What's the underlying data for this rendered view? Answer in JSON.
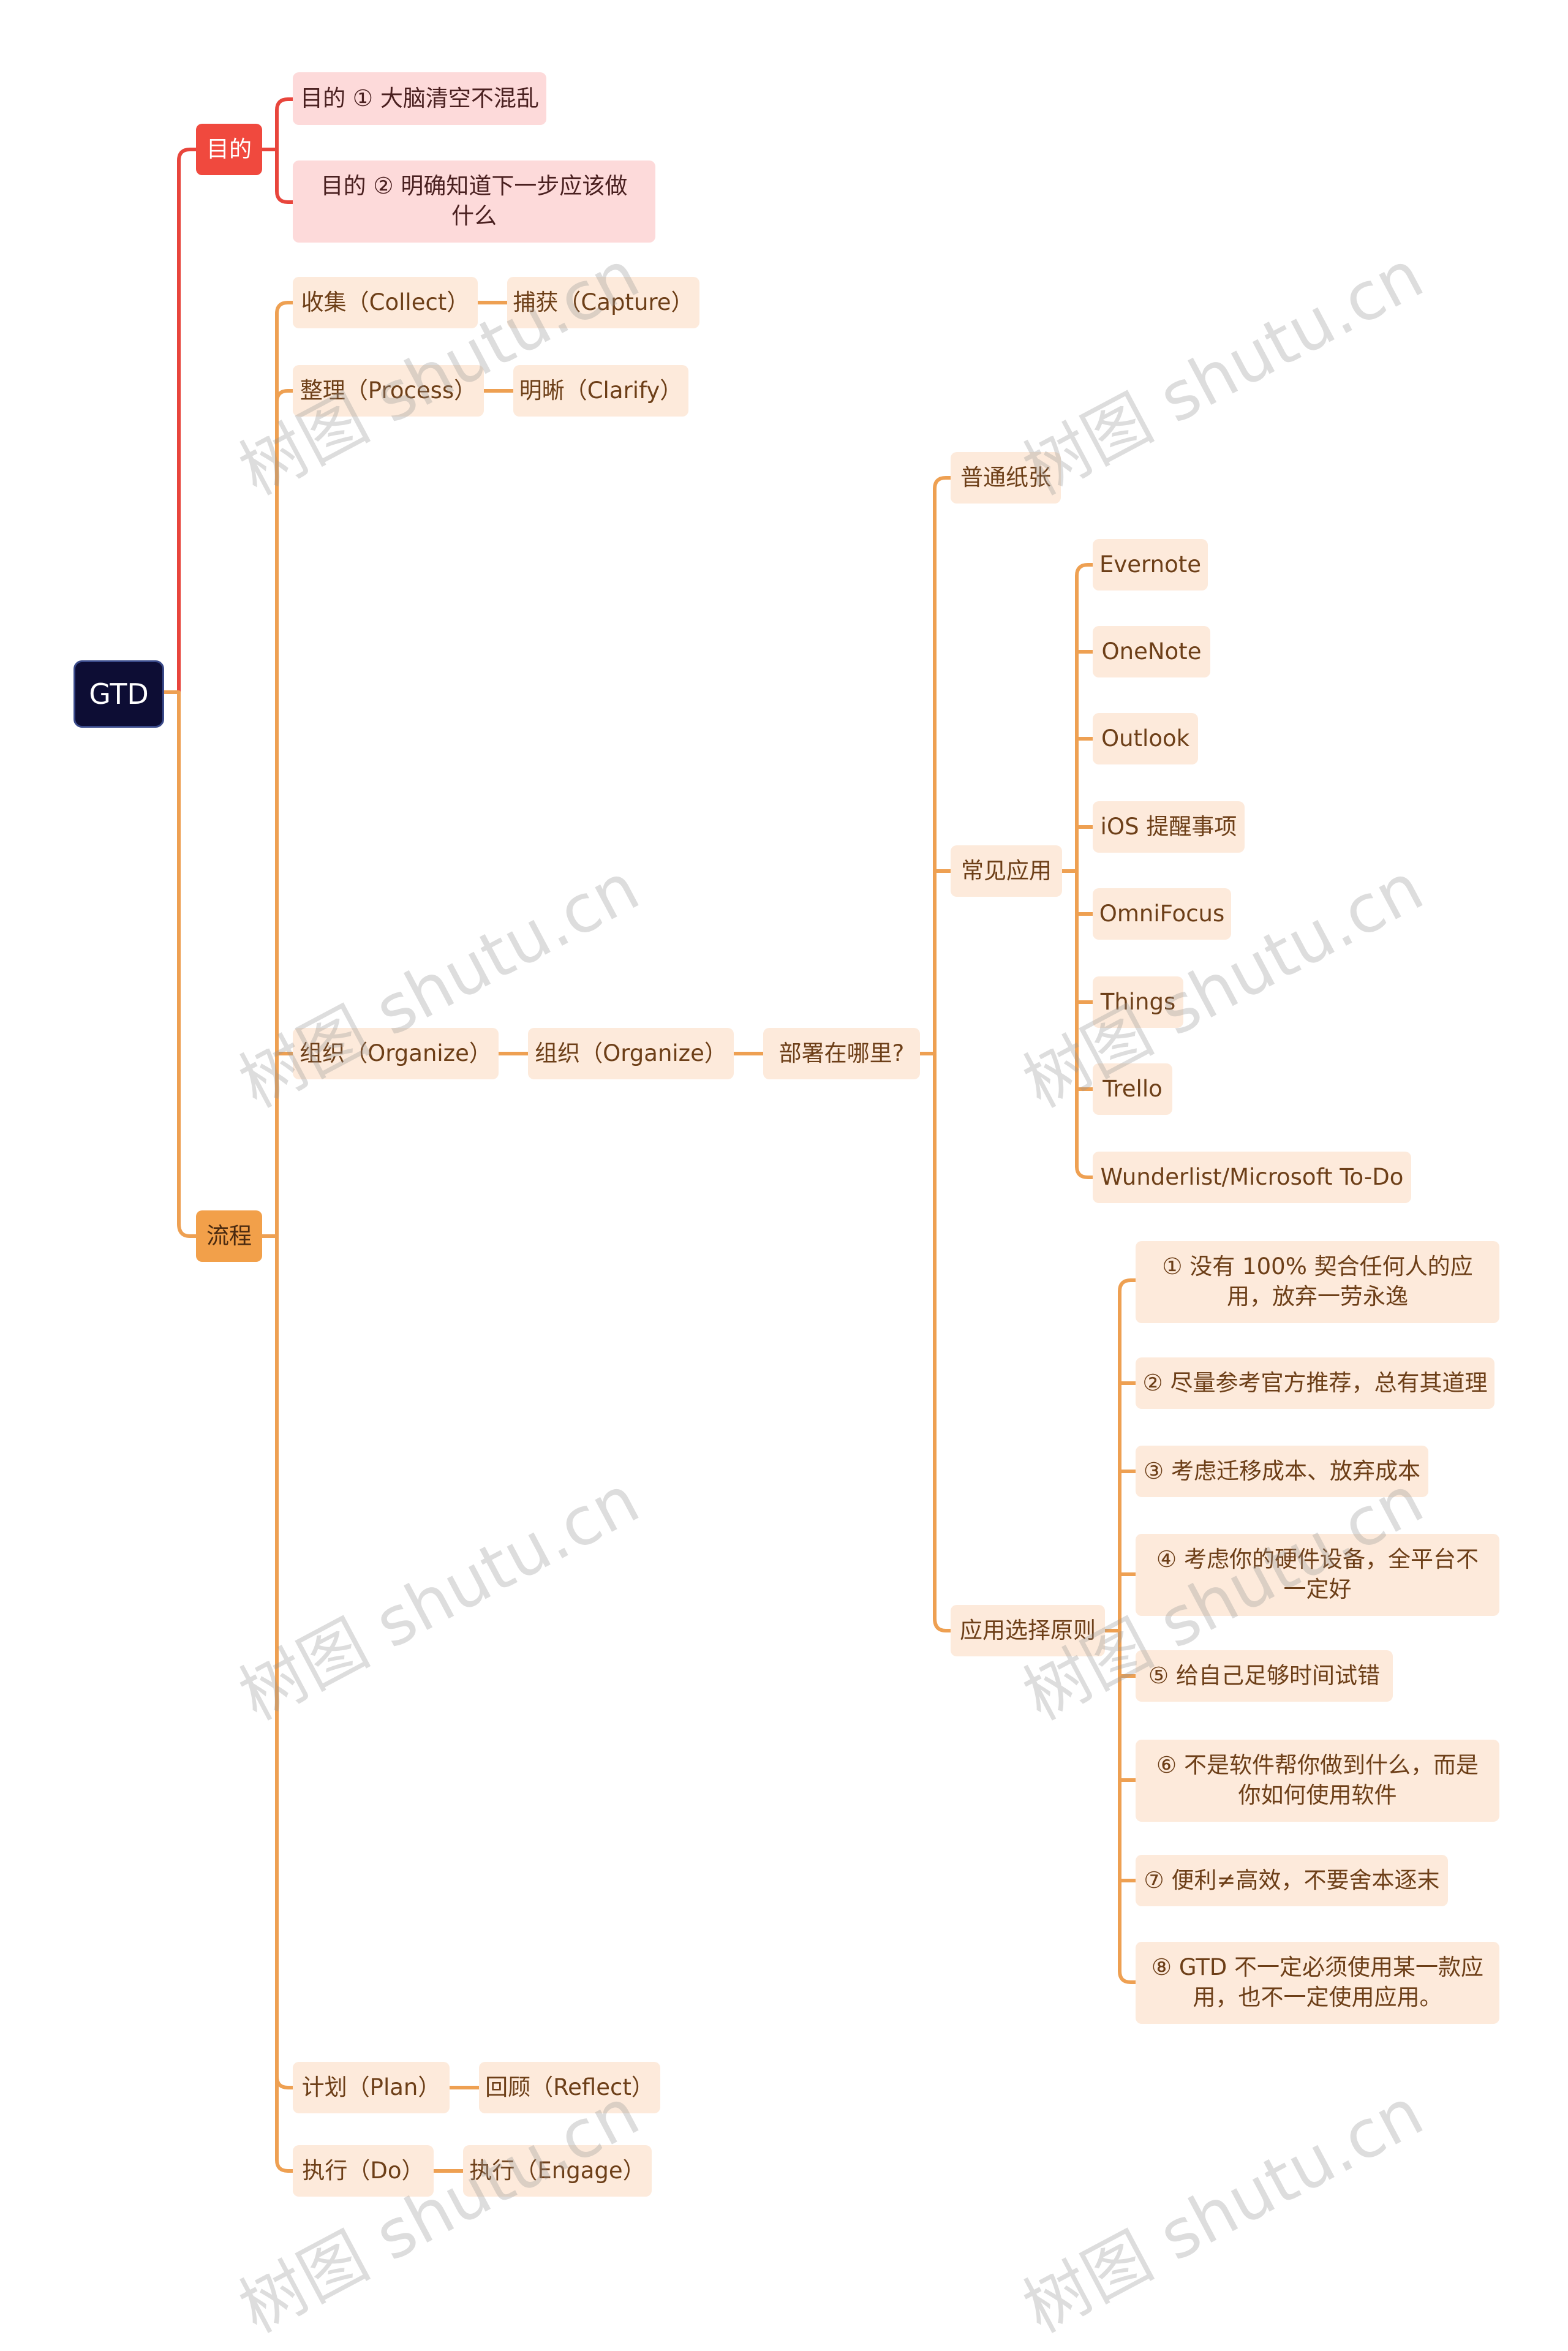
{
  "root": {
    "label": "GTD"
  },
  "purpose": {
    "label": "目的",
    "items": [
      "目的 ① 大脑清空不混乱",
      "目的 ② 明确知道下一步应该做什么"
    ]
  },
  "process": {
    "label": "流程",
    "collect": {
      "label": "收集（Collect）",
      "child": "捕获（Capture）"
    },
    "handle": {
      "label": "整理（Process）",
      "child": "明晰（Clarify）"
    },
    "organize": {
      "label": "组织（Organize）",
      "child": "组织（Organize）",
      "deploy": {
        "label": "部署在哪里?",
        "paper": "普通纸张",
        "apps": {
          "label": "常见应用",
          "items": [
            "Evernote",
            "OneNote",
            "Outlook",
            "iOS 提醒事项",
            "OmniFocus",
            "Things",
            "Trello",
            "Wunderlist/Microsoft To-Do"
          ]
        },
        "principles": {
          "label": "应用选择原则",
          "items": [
            "① 没有 100% 契合任何人的应用，放弃一劳永逸",
            "② 尽量参考官方推荐，总有其道理",
            "③ 考虑迁移成本、放弃成本",
            "④ 考虑你的硬件设备，全平台不一定好",
            "⑤  给自己足够时间试错",
            "⑥ 不是软件帮你做到什么，而是你如何使用软件",
            "⑦ 便利≠高效，不要舍本逐末",
            "⑧ GTD 不一定必须使用某一款应用，也不一定使用应用。"
          ]
        }
      }
    },
    "plan": {
      "label": "计划（Plan）",
      "child": "回顾（Reflect）"
    },
    "execute": {
      "label": "执行（Do）",
      "child": "执行（Engage）"
    }
  },
  "watermark": "树图 shutu.cn",
  "colors": {
    "root": "#0d0d34",
    "purpose_branch": "#e8453c",
    "process_branch": "#eea052",
    "pink_node": "#fddada",
    "peach_node": "#fdeadb"
  }
}
